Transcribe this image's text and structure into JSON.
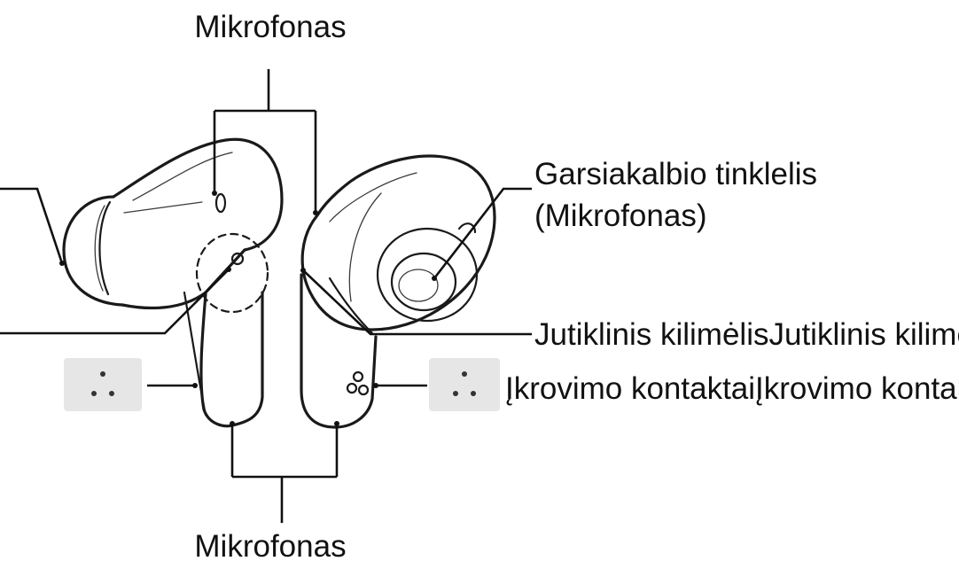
{
  "labels": {
    "mic_top": "Mikrofonas",
    "speaker_grille_line1": "Garsiakalbio tinklelis",
    "speaker_grille_line2": "(Mikrofonas)",
    "touch_pad": "Jutiklinis kilimėlisJutiklinis kilimėlis",
    "charging_contacts": "Įkrovimo kontaktaiĮkrovimo kontaktai",
    "mic_bottom": "Mikrofonas"
  }
}
